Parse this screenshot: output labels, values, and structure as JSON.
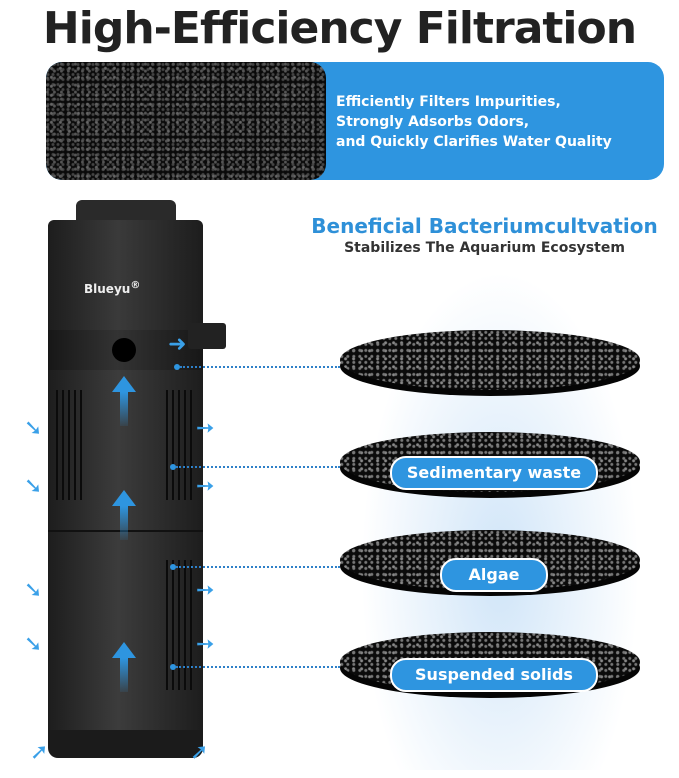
{
  "header": {
    "title": "High-Efficiency Filtration"
  },
  "banner": {
    "lines": [
      "Efficiently Filters Impurities,",
      "Strongly Adsorbs Odors,",
      "and Quickly Clarifies Water Quality"
    ]
  },
  "section": {
    "title": "Beneficial Bacteriumcultvation",
    "caption": "Stabilizes The Aquarium Ecosystem"
  },
  "product": {
    "brand": "Blueyu",
    "registered_mark": "®"
  },
  "layers": [
    {
      "label": ""
    },
    {
      "label": "Sedimentary waste"
    },
    {
      "label": "Algae"
    },
    {
      "label": "Suspended solids"
    }
  ],
  "colors": {
    "accent": "#2e95e0",
    "title": "#222222",
    "pump": "#2a2a2a"
  }
}
